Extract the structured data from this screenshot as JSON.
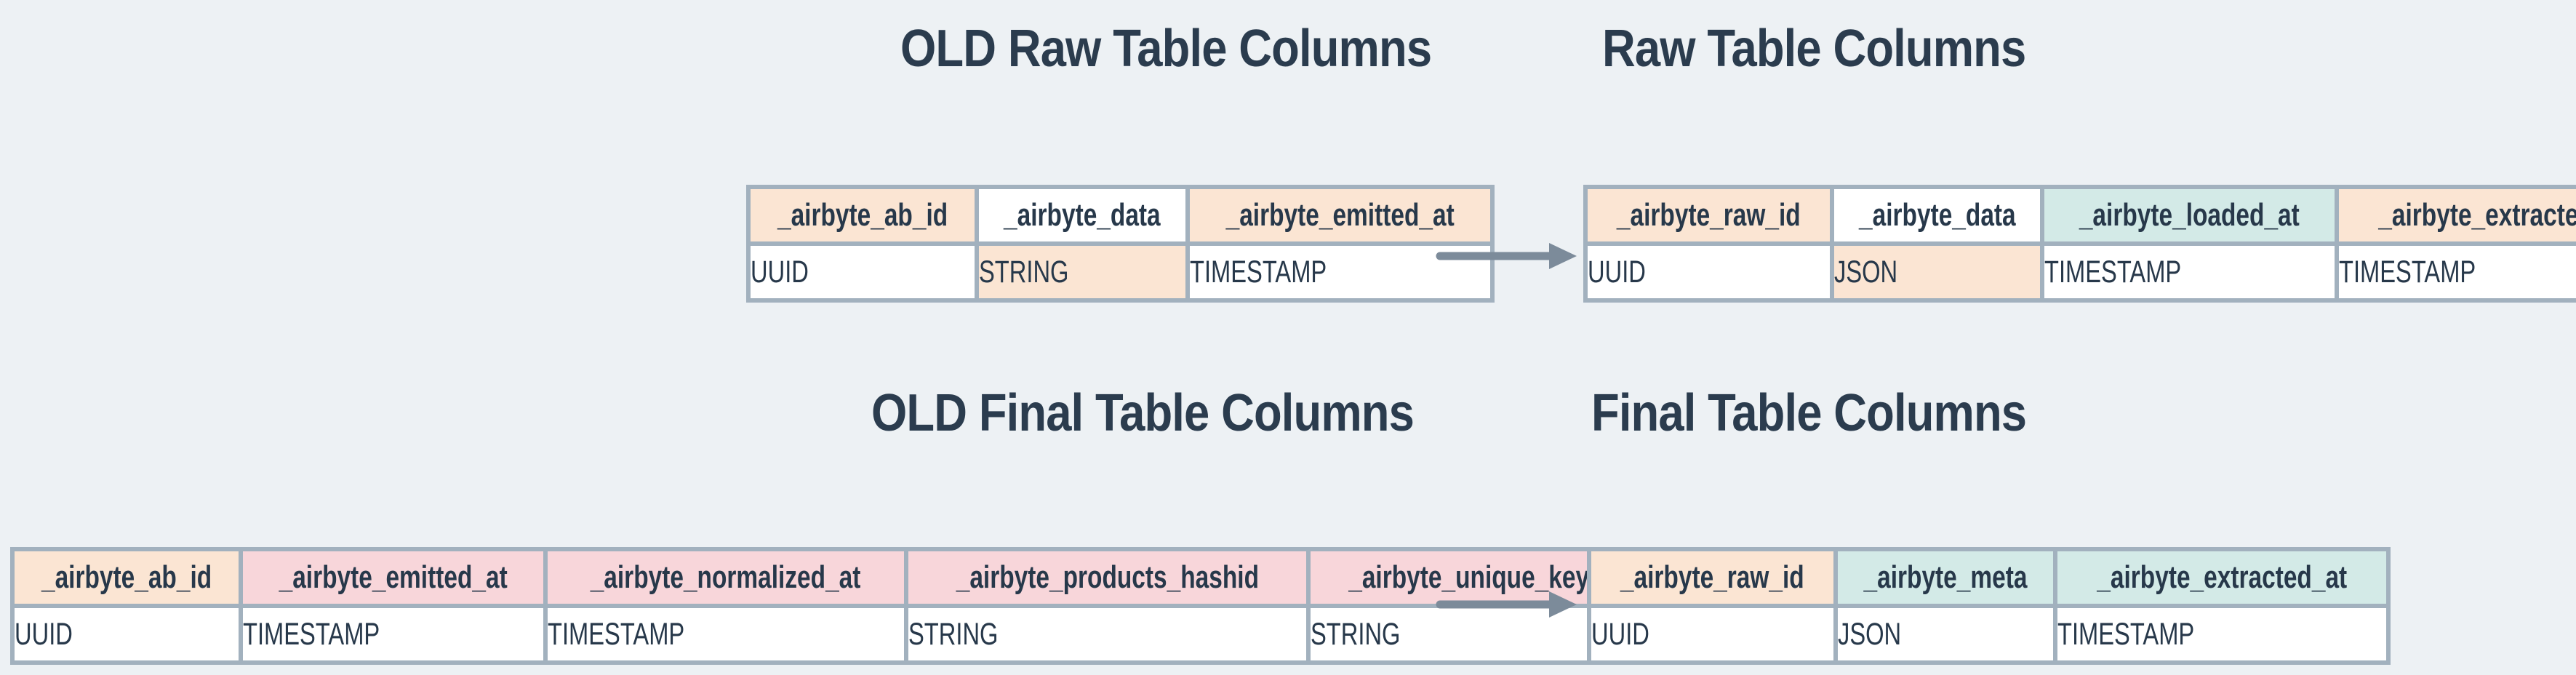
{
  "colors": {
    "background": "#edf1f4",
    "border": "#a2b1be",
    "text": "#27384a",
    "title": "#2b3c4e",
    "arrow": "#7c8b9a",
    "peach": "#fbe5d3",
    "pink": "#f8d6da",
    "teal": "#d3eae7",
    "white": "#ffffff"
  },
  "icons": {
    "migration_arrow": "arrow-right"
  },
  "titles": {
    "old_raw": "OLD Raw Table Columns",
    "raw": "Raw Table Columns",
    "old_final": "OLD Final Table Columns",
    "final": "Final Table Columns"
  },
  "tables": {
    "old_raw": {
      "columns": [
        {
          "header": "_airbyte_ab_id",
          "type": "UUID",
          "header_color": "peach",
          "type_color": "white"
        },
        {
          "header": "_airbyte_data",
          "type": "STRING",
          "header_color": "white",
          "type_color": "peach"
        },
        {
          "header": "_airbyte_emitted_at",
          "type": "TIMESTAMP",
          "header_color": "peach",
          "type_color": "white"
        }
      ]
    },
    "raw": {
      "columns": [
        {
          "header": "_airbyte_raw_id",
          "type": "UUID",
          "header_color": "peach",
          "type_color": "white"
        },
        {
          "header": "_airbyte_data",
          "type": "JSON",
          "header_color": "white",
          "type_color": "peach"
        },
        {
          "header": "_airbyte_loaded_at",
          "type": "TIMESTAMP",
          "header_color": "teal",
          "type_color": "white"
        },
        {
          "header": "_airbyte_extracted_at",
          "type": "TIMESTAMP",
          "header_color": "peach",
          "type_color": "white"
        }
      ]
    },
    "old_final": {
      "columns": [
        {
          "header": "_airbyte_ab_id",
          "type": "UUID",
          "header_color": "peach",
          "type_color": "white"
        },
        {
          "header": "_airbyte_emitted_at",
          "type": "TIMESTAMP",
          "header_color": "pink",
          "type_color": "white"
        },
        {
          "header": "_airbyte_normalized_at",
          "type": "TIMESTAMP",
          "header_color": "pink",
          "type_color": "white"
        },
        {
          "header": "_airbyte_products_hashid",
          "type": "STRING",
          "header_color": "pink",
          "type_color": "white"
        },
        {
          "header": "_airbyte_unique_key",
          "type": "STRING",
          "header_color": "pink",
          "type_color": "white"
        }
      ]
    },
    "final": {
      "columns": [
        {
          "header": "_airbyte_raw_id",
          "type": "UUID",
          "header_color": "peach",
          "type_color": "white"
        },
        {
          "header": "_airbyte_meta",
          "type": "JSON",
          "header_color": "teal",
          "type_color": "white"
        },
        {
          "header": "_airbyte_extracted_at",
          "type": "TIMESTAMP",
          "header_color": "teal",
          "type_color": "white"
        }
      ]
    }
  }
}
